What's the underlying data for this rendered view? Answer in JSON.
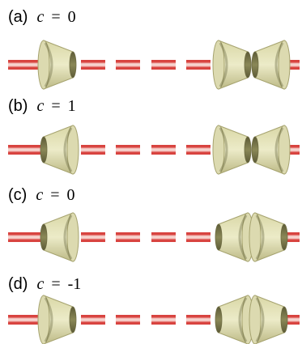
{
  "colors": {
    "rod_red": "#d8433f",
    "rod_pink": "#f5c9c4",
    "bead_light": "#e2e0b5",
    "bead_mid": "#c7c58f",
    "bead_dark": "#77754a",
    "bead_edge": "#9b9866"
  },
  "panels": [
    {
      "tag": "(a)",
      "variable": "c",
      "equals": "=",
      "value": "0",
      "beads": [
        "left-wide",
        "left-wide",
        "right-wide"
      ]
    },
    {
      "tag": "(b)",
      "variable": "c",
      "equals": "=",
      "value": "1",
      "beads": [
        "right-wide",
        "left-wide",
        "right-wide"
      ]
    },
    {
      "tag": "(c)",
      "variable": "c",
      "equals": "=",
      "value": "0",
      "beads": [
        "right-wide",
        "right-wide",
        "left-wide"
      ]
    },
    {
      "tag": "(d)",
      "variable": "c",
      "equals": "=",
      "value": "-1",
      "beads": [
        "left-wide",
        "right-wide",
        "left-wide"
      ]
    }
  ]
}
